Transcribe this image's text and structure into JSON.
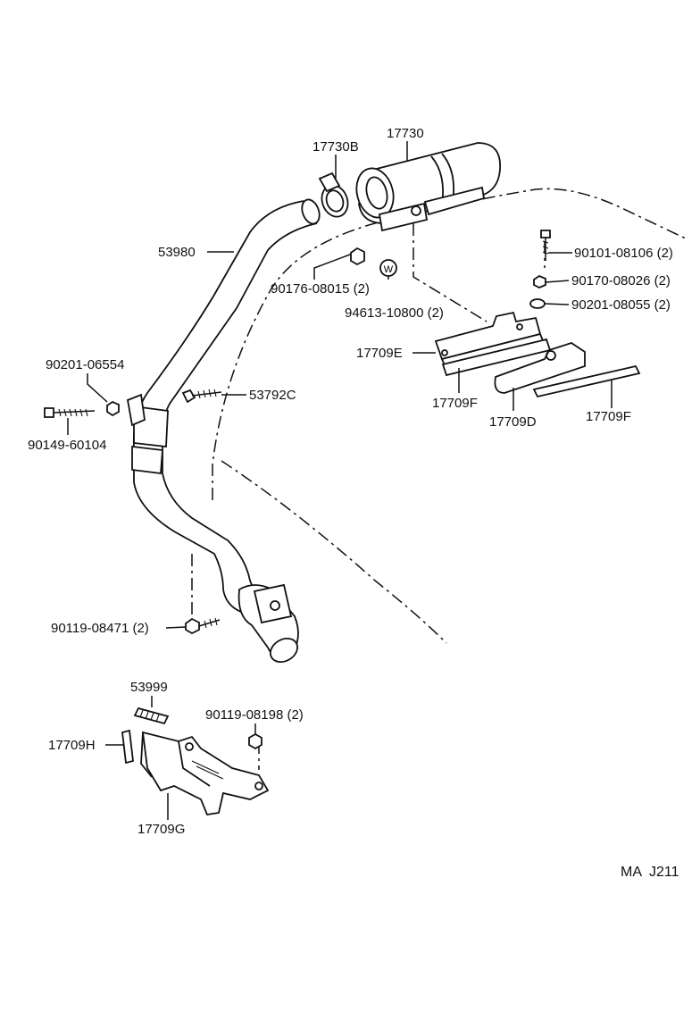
{
  "diagram_code": "MA  J211",
  "callouts": {
    "p17730": "17730",
    "p17730b": "17730B",
    "p53980": "53980",
    "p90176": "90176-08015 (2)",
    "p94613": "94613-10800 (2)",
    "p90101": "90101-08106 (2)",
    "p90170": "90170-08026 (2)",
    "p90201_08055": "90201-08055 (2)",
    "p17709e": "17709E",
    "p17709f_a": "17709F",
    "p17709d": "17709D",
    "p17709f_b": "17709F",
    "p90201_06554": "90201-06554",
    "p53792c": "53792C",
    "p90149": "90149-60104",
    "p90119_08471": "90119-08471 (2)",
    "p53999": "53999",
    "p90119_08198": "90119-08198 (2)",
    "p17709h": "17709H",
    "p17709g": "17709G"
  },
  "washer_mark": "W"
}
